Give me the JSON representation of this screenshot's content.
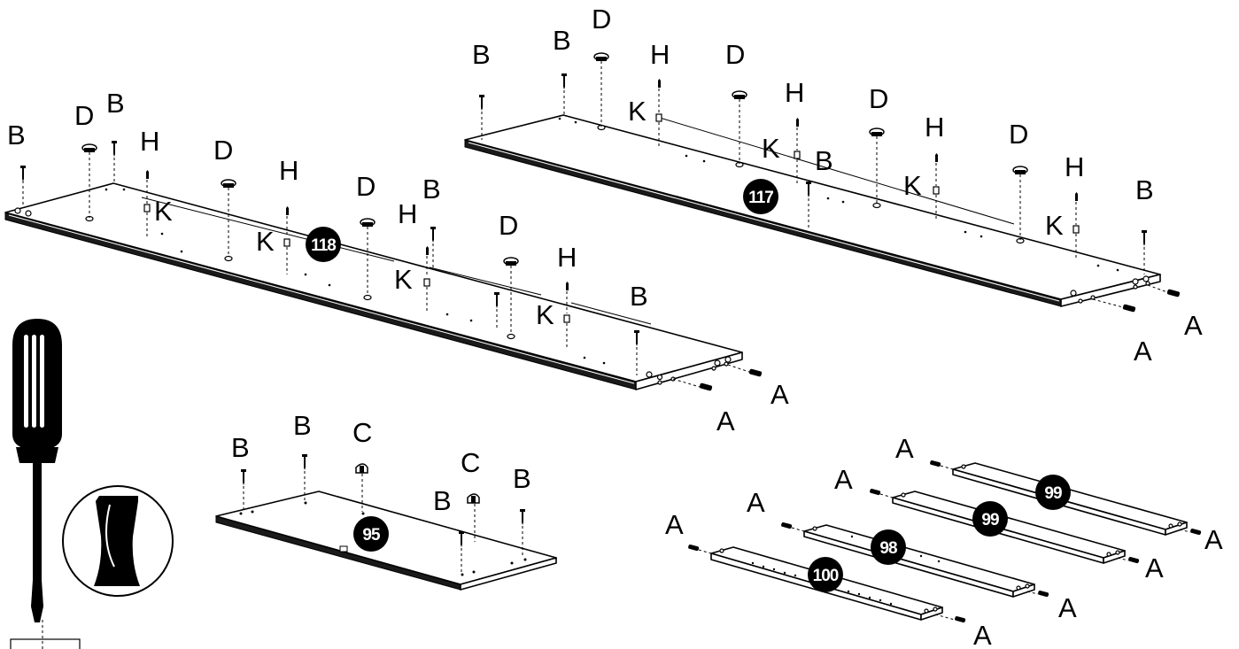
{
  "labels": {
    "A": "A",
    "B": "B",
    "C": "C",
    "D": "D",
    "H": "H",
    "K": "K"
  },
  "parts": {
    "p117": "117",
    "p118": "118",
    "p95": "95",
    "p99": "99",
    "p98": "98",
    "p100": "100"
  },
  "icons": {
    "tool": "flathead-screwdriver-icon",
    "tip_detail": "screwdriver-tip-detail-icon"
  }
}
